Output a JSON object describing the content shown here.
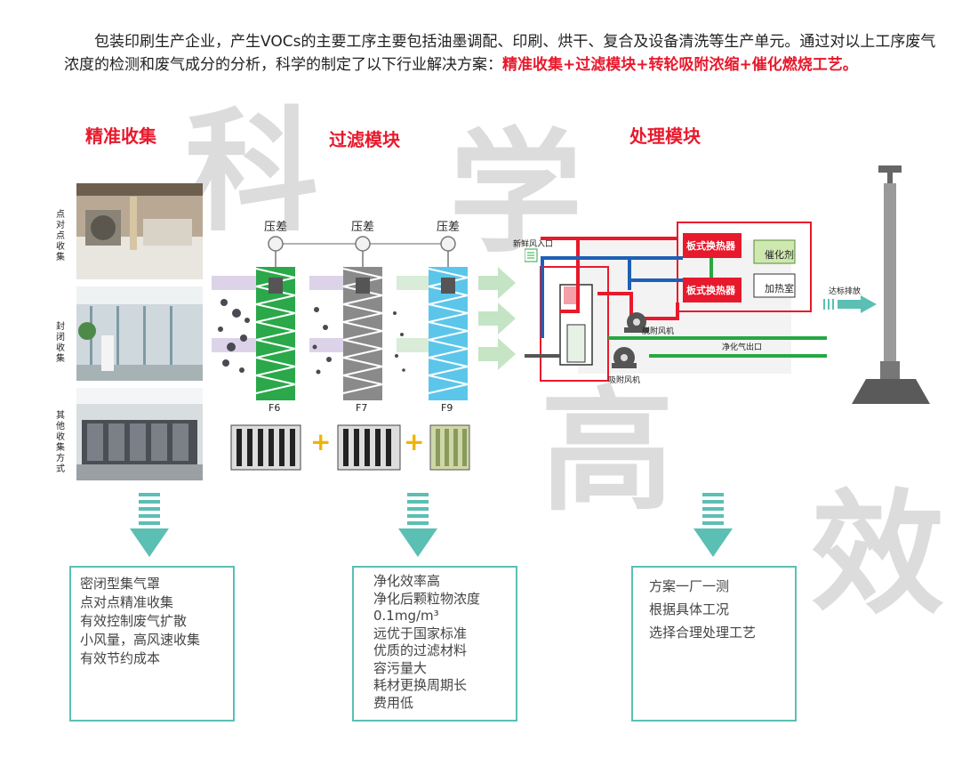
{
  "intro": {
    "text": "包装印刷生产企业，产生VOCs的主要工序主要包括油墨调配、印刷、烘干、复合及设备清洗等生产单元。通过对以上工序废气浓度的检测和废气成分的分析，科学的制定了以下行业解决方案：",
    "highlight": "精准收集+过滤模块+转轮吸附浓缩+催化燃烧工艺。"
  },
  "watermark": [
    "科",
    "学",
    "高",
    "效"
  ],
  "sections": {
    "collect": "精准收集",
    "filter": "过滤模块",
    "process": "处理模块"
  },
  "collect_labels": [
    "点对点收集",
    "封闭收集",
    "其他收集方式"
  ],
  "filter": {
    "pressure": [
      "压差",
      "压差",
      "压差"
    ],
    "grades": [
      "F6",
      "F7",
      "F9"
    ],
    "plus": [
      "+",
      "+"
    ]
  },
  "process": {
    "fresh_air": "新鲜风入口",
    "heat_exchanger_1": "板式换热器",
    "heat_exchanger_2": "板式换热器",
    "catalyst": "催化剂",
    "heater": "加热室",
    "desorption_fan": "脱附风机",
    "suction_fan": "吸附风机",
    "clean_outlet": "净化气出口",
    "discharge": "达标排放"
  },
  "boxes": {
    "collect": [
      "密闭型集气罩",
      "点对点精准收集",
      "有效控制废气扩散",
      "小风量，高风速收集",
      "有效节约成本"
    ],
    "filter": [
      "净化效率高",
      "净化后颗粒物浓度",
      "0.1mg/m³",
      "远优于国家标准",
      "优质的过滤材料",
      "容污量大",
      "耗材更换周期长",
      "费用低"
    ],
    "process": [
      "方案一厂一测",
      "根据具体工况",
      "选择合理处理工艺"
    ]
  },
  "colors": {
    "accent_red": "#e8192c",
    "teal": "#5bbfb3",
    "green_filter": "#2aa84a",
    "blue_filter": "#5cc6ea",
    "pipe_blue": "#1f5fb5",
    "pipe_green": "#27a844"
  }
}
